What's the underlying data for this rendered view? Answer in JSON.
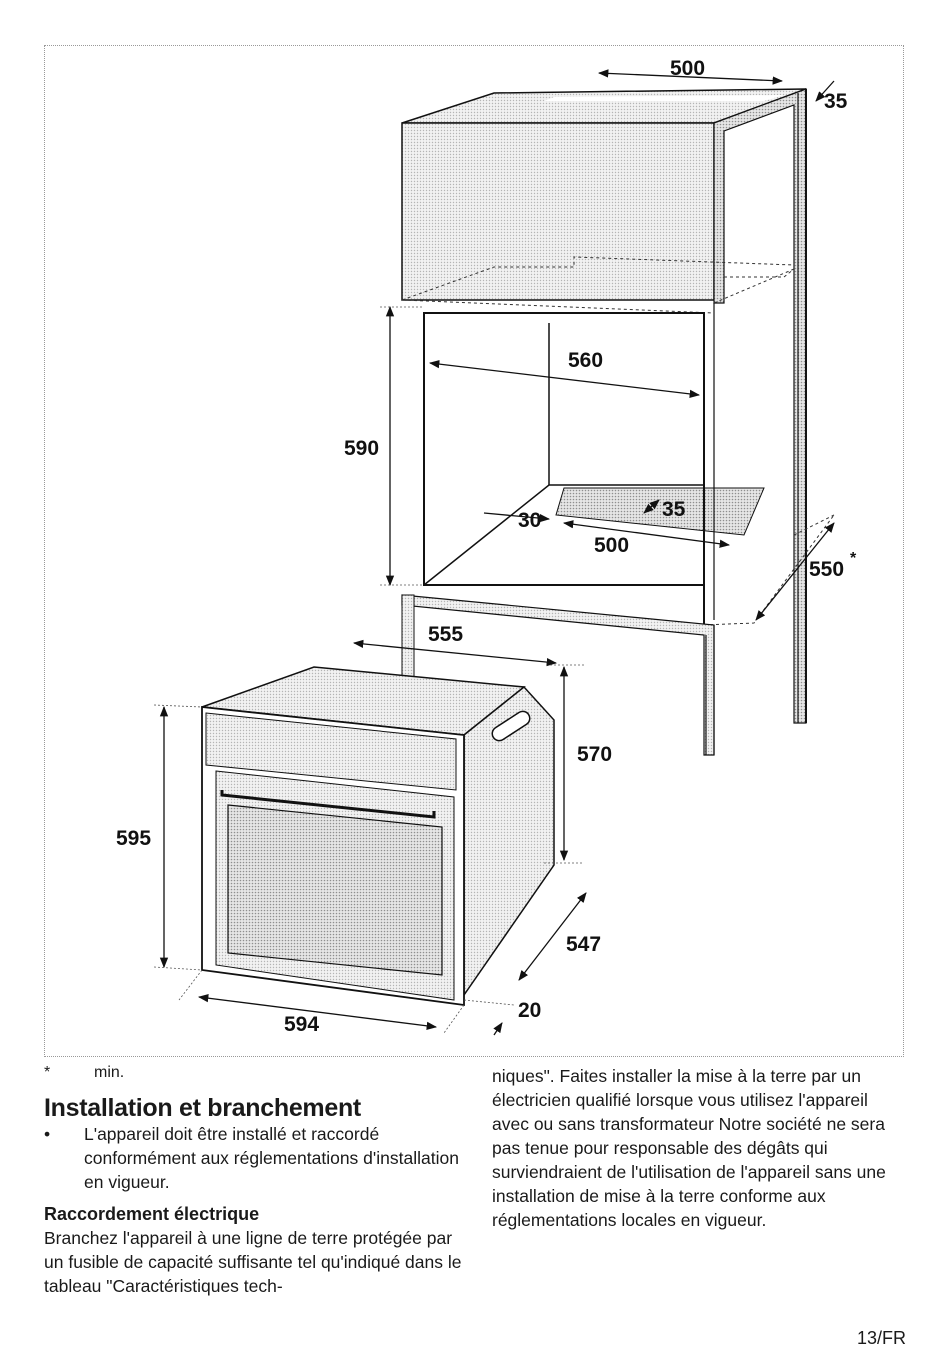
{
  "diagram": {
    "dimensions": {
      "top_width": "500",
      "top_depth": "35",
      "niche_width": "560",
      "niche_height": "590",
      "floor_gap": "30",
      "floor_depth": "35",
      "floor_width": "500",
      "niche_depth": "550",
      "niche_depth_mark": "*",
      "oven_depth": "555",
      "oven_height_side": "570",
      "oven_height": "595",
      "oven_body_depth": "547",
      "front_thickness": "20",
      "oven_width": "594"
    }
  },
  "footnote": {
    "marker": "*",
    "text": "min."
  },
  "section": {
    "title": "Installation et branchement",
    "bullet_marker": "•",
    "bullet_text": "L'appareil doit être installé et raccordé conformément aux réglementations d'installation en vigueur.",
    "subheading": "Raccordement électrique",
    "paragraph_left": "Branchez l'appareil à une ligne de terre protégée par un fusible de capacité suffisante tel qu'indiqué dans le tableau \"Caractéristiques tech-",
    "paragraph_right": "niques\". Faites installer la mise à la terre par un électricien qualifié lorsque vous utilisez l'appareil avec ou sans transformateur Notre société ne sera pas tenue pour responsable des dégâts qui surviendraient de l'utilisation de l'appareil sans une installation de mise à la terre conforme aux réglementations locales en vigueur."
  },
  "page_number": "13/FR"
}
